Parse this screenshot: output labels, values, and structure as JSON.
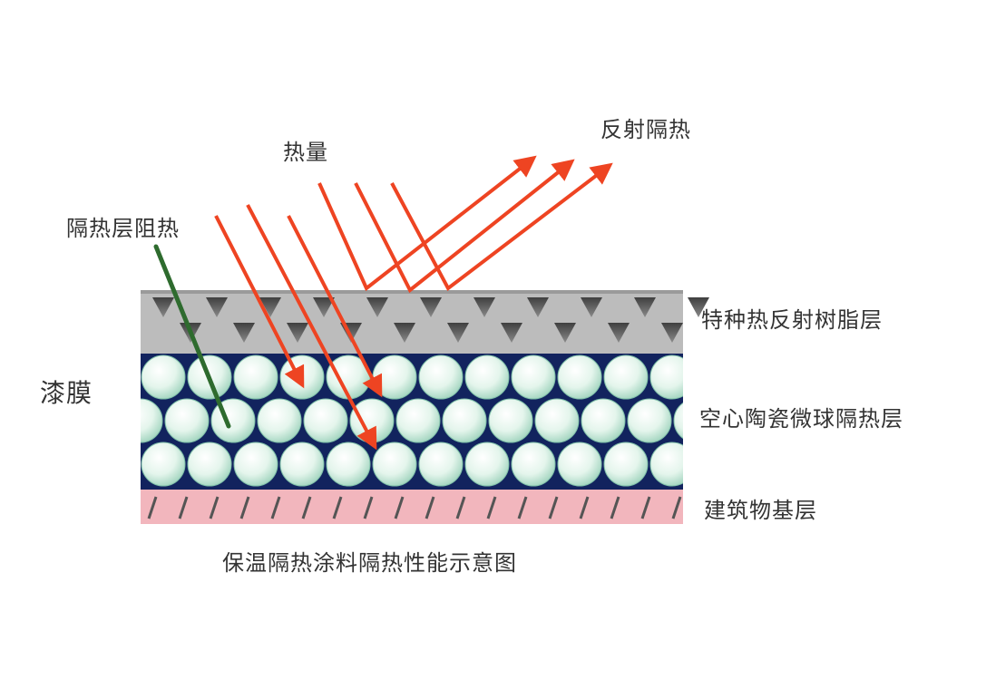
{
  "diagram": {
    "caption": "保温隔热涂料隔热性能示意图",
    "labels": {
      "heat": "热量",
      "reflect": "反射隔热",
      "insulation_block": "隔热层阻热",
      "paint_film": "漆膜"
    },
    "layers": [
      {
        "name": "特种热反射树脂层",
        "color": "#bcbcbc"
      },
      {
        "name": "空心陶瓷微球隔热层",
        "color": "#12235e"
      },
      {
        "name": "建筑物基层",
        "color": "#f2b6bd"
      }
    ],
    "colors": {
      "heat_arrow": "#ee4422",
      "block_line": "#2e6b2e",
      "sphere": "#dff2e8",
      "triangle": "#555555",
      "hatch": "#555555"
    }
  }
}
